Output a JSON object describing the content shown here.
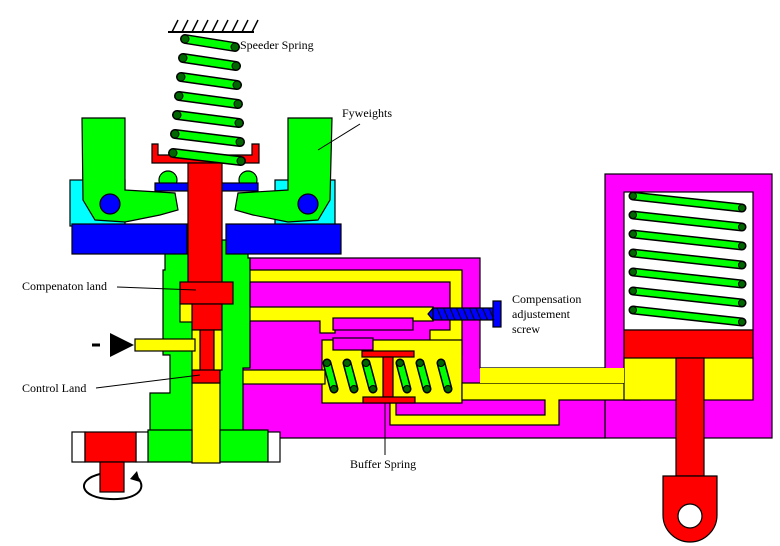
{
  "title": "Hydraulic governor with speeder spring, flyweights and buffer/compensation system",
  "colors": {
    "spring_coil": "#00ff00",
    "spring_coil_end": "#006600",
    "flyweight": "#00ff00",
    "housing_green": "#00ff00",
    "piston_red": "#ff0000",
    "oil_yellow": "#ffff00",
    "body_magenta": "#ff00ff",
    "base_blue": "#0000ff",
    "seat_cyan": "#00ffff",
    "outline": "#000000"
  },
  "labels": {
    "speeder_spring": "Speeder Spring",
    "flyweights": "Fyweights",
    "compensation_land": "Compenaton land",
    "control_land": "Control Land",
    "compensation_screw_line1": "Compensation",
    "compensation_screw_line2": "adjustement",
    "compensation_screw_line3": "screw",
    "buffer_spring": "Buffer Spring"
  },
  "components": [
    {
      "id": "speeder-spring",
      "coils": 7
    },
    {
      "id": "flyweights",
      "count": 2
    },
    {
      "id": "pilot-valve-plunger"
    },
    {
      "id": "compensation-land"
    },
    {
      "id": "control-land"
    },
    {
      "id": "oil-inlet"
    },
    {
      "id": "compensation-adjustment-screw"
    },
    {
      "id": "buffer-piston"
    },
    {
      "id": "buffer-spring",
      "coils": 6
    },
    {
      "id": "power-piston"
    },
    {
      "id": "power-piston-spring",
      "coils": 7
    },
    {
      "id": "output-rod-eye"
    },
    {
      "id": "drive-shaft-rotation"
    }
  ]
}
